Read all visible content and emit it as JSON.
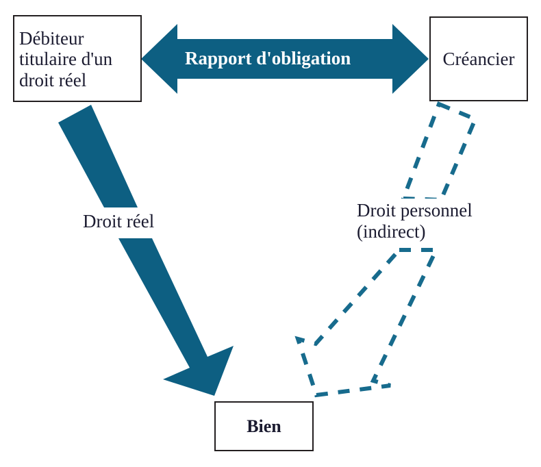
{
  "diagram": {
    "title": "Rapport d'obligation entre debiteur, creancier et bien",
    "background_color": "#ffffff",
    "accent_color": "#0d5f82",
    "text_color": "#1b1b30",
    "border_color": "#231f20",
    "nodes": [
      {
        "id": "debiteur",
        "label": "Débiteur\ntitulaire d'un\ndroit réel"
      },
      {
        "id": "creancier",
        "label": "Créancier"
      },
      {
        "id": "bien",
        "label": "Bien"
      }
    ],
    "edges": [
      {
        "id": "rapport",
        "label": "Rapport d'obligation",
        "style": "solid-filled",
        "direction": "bidirectional",
        "from": "debiteur",
        "to": "creancier",
        "label_color": "#ffffff"
      },
      {
        "id": "droit-reel",
        "label": "Droit réel",
        "style": "solid-filled",
        "direction": "one-way",
        "from": "debiteur",
        "to": "bien",
        "label_color": "#1b1b30"
      },
      {
        "id": "droit-personnel",
        "label": "Droit personnel\n(indirect)",
        "style": "dashed-outline",
        "direction": "one-way",
        "from": "creancier",
        "to": "bien",
        "label_color": "#1b1b30"
      }
    ]
  }
}
